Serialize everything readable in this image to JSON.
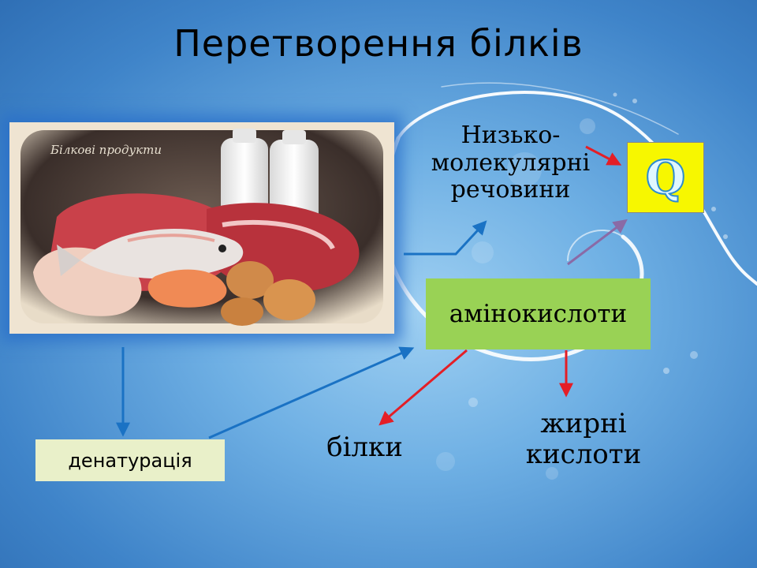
{
  "slide": {
    "title": "Перетворення  білків",
    "photo_caption": "Білкові продукти",
    "nodes": {
      "amino_acids": "амінокислоти",
      "denaturation": "денатурація",
      "energy_symbol": "Q",
      "low_molecular": [
        "Низько-",
        "молекулярні",
        "речовини"
      ],
      "proteins": "білки",
      "fatty_acids": [
        "жирні",
        "кислоти"
      ]
    }
  },
  "colors": {
    "blue_arrow": "#1a72c4",
    "red_arrow": "#e41e26",
    "purple_arrow": "#8a6aa6",
    "amino_fill": "#99d255",
    "denat_fill": "#e9f0c9",
    "q_fill": "#f7f700"
  }
}
